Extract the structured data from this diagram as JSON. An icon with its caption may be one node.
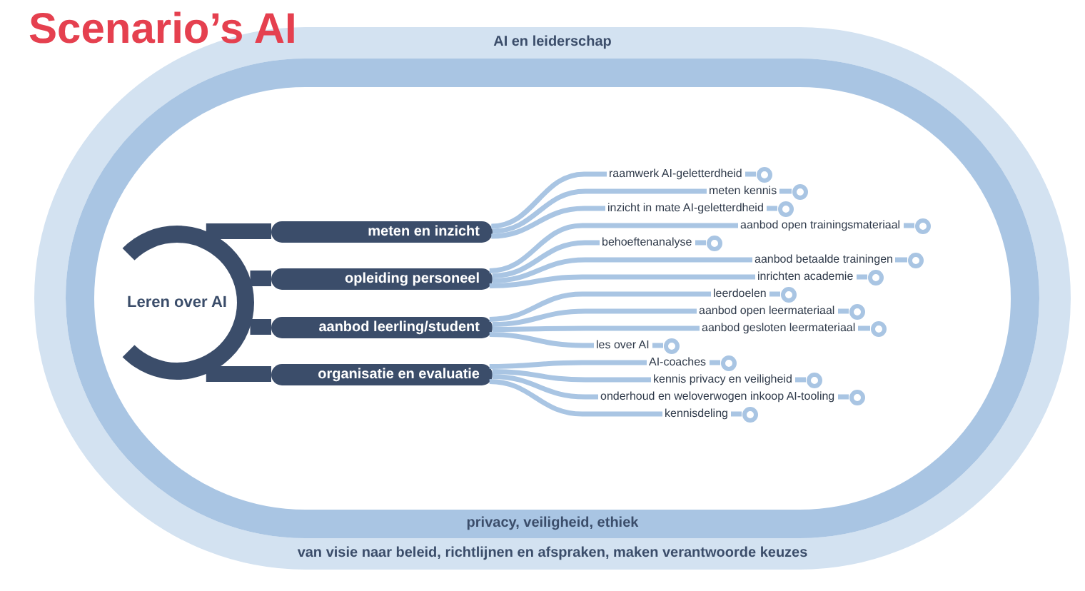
{
  "diagram": {
    "title": "Scenario’s AI",
    "nodes": [
      {
        "text": [
          "AI en leiderschap",
          "van visie naar beleid, richtlijnen en afspraken, maken verantwoorde keuzes"
        ]
      },
      {
        "text": [
          "privacy, veiligheid, ethiek"
        ],
        "in": 0
      },
      {
        "text": [
          "Leren over AI"
        ],
        "in": 1
      },
      {
        "text": [
          "meten en inzicht"
        ],
        "in": 1
      },
      {
        "text": [
          "opleiding personeel"
        ],
        "in": 1
      },
      {
        "text": [
          "aanbod leerling/student"
        ],
        "in": 1
      },
      {
        "text": [
          "organisatie en evaluatie"
        ],
        "in": 1
      },
      {
        "text": [],
        "shape": "circle",
        "in": 1
      },
      {
        "text": [],
        "shape": "circle",
        "in": 1
      },
      {
        "text": [],
        "shape": "circle",
        "in": 1
      },
      {
        "text": [],
        "shape": "circle",
        "in": 1
      },
      {
        "text": [],
        "shape": "circle",
        "in": 1
      },
      {
        "text": [],
        "shape": "circle",
        "in": 1
      },
      {
        "text": [],
        "shape": "circle",
        "in": 1
      },
      {
        "text": [],
        "shape": "circle",
        "in": 1
      },
      {
        "text": [],
        "shape": "circle",
        "in": 1
      },
      {
        "text": [],
        "shape": "circle",
        "in": 1
      },
      {
        "text": [],
        "shape": "circle",
        "in": 1
      },
      {
        "text": [],
        "shape": "circle",
        "in": 1
      },
      {
        "text": [],
        "shape": "circle",
        "in": 1
      },
      {
        "text": [],
        "shape": "circle",
        "in": 1
      },
      {
        "text": [],
        "shape": "circle",
        "in": 1
      }
    ],
    "edges": [
      {
        "from": 2,
        "to": 3,
        "arrow": "none",
        "style": "thick",
        "color": "#3b4d6a"
      },
      {
        "from": 2,
        "to": 4,
        "arrow": "none",
        "style": "thick",
        "color": "#3b4d6a"
      },
      {
        "from": 2,
        "to": 5,
        "arrow": "none",
        "style": "thick",
        "color": "#3b4d6a"
      },
      {
        "from": 2,
        "to": 6,
        "arrow": "none",
        "style": "thick",
        "color": "#3b4d6a"
      },
      {
        "from": 3,
        "to": 7,
        "arrow": "none",
        "label": "raamwerk AI-geletterdheid"
      },
      {
        "from": 3,
        "to": 8,
        "arrow": "none",
        "label": "meten kennis"
      },
      {
        "from": 3,
        "to": 9,
        "arrow": "none",
        "label": "inzicht in mate AI-geletterdheid"
      },
      {
        "from": 4,
        "to": 10,
        "arrow": "none",
        "label": "aanbod open trainingsmateriaal"
      },
      {
        "from": 4,
        "to": 11,
        "arrow": "none",
        "label": "behoeftenanalyse"
      },
      {
        "from": 4,
        "to": 12,
        "arrow": "none",
        "label": "aanbod betaalde trainingen"
      },
      {
        "from": 4,
        "to": 13,
        "arrow": "none",
        "label": "inrichten academie"
      },
      {
        "from": 5,
        "to": 14,
        "arrow": "none",
        "label": "leerdoelen"
      },
      {
        "from": 5,
        "to": 15,
        "arrow": "none",
        "label": "aanbod open leermateriaal"
      },
      {
        "from": 5,
        "to": 16,
        "arrow": "none",
        "label": "aanbod gesloten leermateriaal"
      },
      {
        "from": 5,
        "to": 17,
        "arrow": "none",
        "label": "les over AI"
      },
      {
        "from": 6,
        "to": 18,
        "arrow": "none",
        "label": "AI-coaches"
      },
      {
        "from": 6,
        "to": 19,
        "arrow": "none",
        "label": "kennis privacy en veiligheid"
      },
      {
        "from": 6,
        "to": 20,
        "arrow": "none",
        "label": "onderhoud en weloverwogen inkoop AI-tooling"
      },
      {
        "from": 6,
        "to": 21,
        "arrow": "none",
        "label": "kennisdeling"
      }
    ]
  }
}
